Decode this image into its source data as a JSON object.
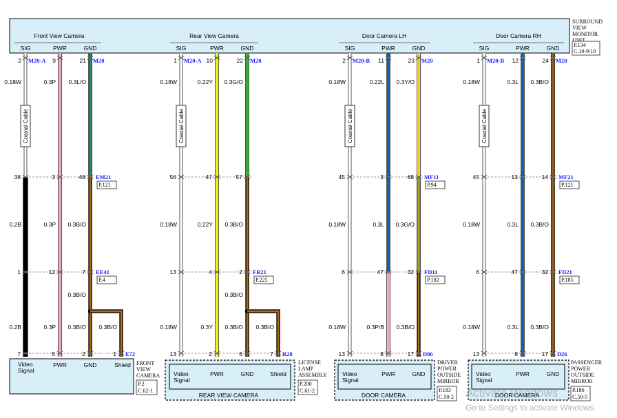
{
  "colors": {
    "box_fill": "#d8eef8",
    "wire_white": "#ffffff",
    "wire_pink": "#f4a6c8",
    "wire_blue": "#0a62b8",
    "wire_yellow": "#f2f20a",
    "wire_green": "#3aa83a",
    "wire_brown": "#3a2006",
    "wire_orange": "#f2a020",
    "wire_black": "#000000",
    "tag_blue": "#1a1aff"
  },
  "unit": {
    "label_lines": [
      "SURROUND",
      "VIEW",
      "MONITOR",
      "UNIT"
    ],
    "ref_lines": [
      "P.134",
      "C.10-9/10"
    ],
    "groups": [
      "Front View Camera",
      "Rear View Camera",
      "Door Camera LH",
      "Door Camera RH"
    ],
    "pin_labels": [
      "SIG",
      "PWR",
      "GND"
    ]
  },
  "coax_label": "Coaxial Cable",
  "columns": [
    {
      "unit_pins": [
        "2",
        "9",
        "21"
      ],
      "conn_top": [
        "M20-A",
        "M20"
      ],
      "sizes_1": [
        "0.18W",
        "0.3P",
        "0.3L/O"
      ],
      "mid1_pins": [
        "38",
        "3",
        "48"
      ],
      "mid1_conn": "EM21",
      "mid1_ref": "P.121",
      "sizes_2": [
        "0.2B",
        "0.3P",
        "0.3B/O"
      ],
      "mid2_pins": [
        "1",
        "12",
        "7"
      ],
      "mid2_conn": "EE41",
      "mid2_ref": "P.4",
      "shield_size_upper": "0.3B/O",
      "sizes_3": [
        "0.2B",
        "0.3P",
        "0.3B/O",
        "0.3B/O"
      ],
      "cam_pins": [
        "7",
        "5",
        "2",
        "1"
      ],
      "cam_conn": "E72",
      "cam_labels": [
        "Video",
        "Signal",
        "PWR",
        "GND",
        "Shield"
      ],
      "cam_title_lines": [
        "FRONT",
        "VIEW",
        "CAMERA"
      ],
      "cam_ref": [
        "P.2",
        "C.62-1"
      ]
    },
    {
      "unit_pins": [
        "1",
        "10",
        "22"
      ],
      "conn_top": [
        "M20-A",
        "M20"
      ],
      "sizes_1": [
        "0.18W",
        "0.22Y",
        "0.3G/O"
      ],
      "mid1_pins": [
        "56",
        "47",
        "57"
      ],
      "sizes_2": [
        "0.18W",
        "0.22Y",
        "0.3B/O"
      ],
      "mid2_pins": [
        "13",
        "4",
        "2"
      ],
      "mid2_conn": "FR21",
      "mid2_ref": "P.225",
      "shield_size_upper": "0.3B/O",
      "sizes_3": [
        "0.18W",
        "0.3Y",
        "0.3B/O",
        "0.3B/O"
      ],
      "cam_pins": [
        "13",
        "2",
        "6",
        "7"
      ],
      "cam_conn": "R28",
      "cam_labels": [
        "Video",
        "Signal",
        "PWR",
        "GND",
        "Shield"
      ],
      "cam_box_title": "REAR VIEW CAMERA",
      "cam_title_lines": [
        "LICENSE",
        "LAMP",
        "ASSEMBLY"
      ],
      "cam_ref": [
        "P.200",
        "C.61-2"
      ]
    },
    {
      "unit_pins": [
        "2",
        "11",
        "23"
      ],
      "conn_top": [
        "M20-B",
        "M20"
      ],
      "sizes_1": [
        "0.18W",
        "0.22L",
        "0.3Y/O"
      ],
      "mid1_pins": [
        "45",
        "3",
        "68"
      ],
      "mid1_conn": "MF11",
      "mid1_ref": "P.94",
      "sizes_2": [
        "0.18W",
        "0.3L",
        "0.3G/O"
      ],
      "mid2_pins": [
        "6",
        "47",
        "32"
      ],
      "mid2_conn": "FD11",
      "mid2_ref": "P.182",
      "sizes_3": [
        "0.18W",
        "0.3P/B",
        "0.3B/O"
      ],
      "cam_pins": [
        "13",
        "8",
        "17"
      ],
      "cam_conn": "D06",
      "cam_labels": [
        "Video",
        "Signal",
        "PWR",
        "GND"
      ],
      "cam_box_title": "DOOR CAMERA",
      "cam_title_lines": [
        "DRIVER",
        "POWER",
        "OUTSIDE",
        "MIRROR"
      ],
      "cam_ref": [
        "P.183",
        "C.50-2"
      ]
    },
    {
      "unit_pins": [
        "1",
        "12",
        "24"
      ],
      "conn_top": [
        "M20-B",
        "M20"
      ],
      "sizes_1": [
        "0.18W",
        "0.3L",
        "0.3B/O"
      ],
      "mid1_pins": [
        "45",
        "13",
        "14"
      ],
      "mid1_conn": "MF21",
      "mid1_ref": "P.121",
      "sizes_2": [
        "0.18W",
        "0.3L",
        "0.3B/O"
      ],
      "mid2_pins": [
        "6",
        "47",
        "32"
      ],
      "mid2_conn": "FD21",
      "mid2_ref": "P.185",
      "sizes_3": [
        "0.18W",
        "0.3L",
        "0.3B/O"
      ],
      "cam_pins": [
        "13",
        "8",
        "17"
      ],
      "cam_conn": "D26",
      "cam_labels": [
        "Video",
        "Signal",
        "PWR",
        "GND"
      ],
      "cam_box_title": "DOOR CAMERA",
      "cam_title_lines": [
        "PASSENGER",
        "POWER",
        "OUTSIDE",
        "MIRROR"
      ],
      "cam_ref": [
        "P.186",
        "C.50-5"
      ]
    }
  ],
  "watermark": {
    "line1": "Activate Windows",
    "line2": "Go to Settings to activate Windows."
  }
}
